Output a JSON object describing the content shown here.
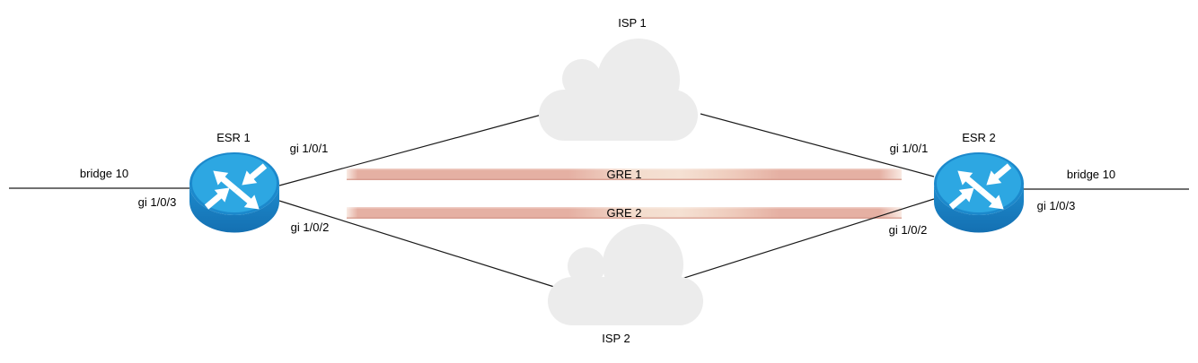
{
  "nodes": {
    "router_left": {
      "label": "ESR 1",
      "type": "router"
    },
    "router_right": {
      "label": "ESR 2",
      "type": "router"
    },
    "cloud_top": {
      "label": "ISP 1",
      "type": "cloud"
    },
    "cloud_bottom": {
      "label": "ISP 2",
      "type": "cloud"
    }
  },
  "tunnels": {
    "gre1": {
      "label": "GRE 1"
    },
    "gre2": {
      "label": "GRE 2"
    }
  },
  "interfaces": {
    "left": {
      "wan1": "gi 1/0/1",
      "wan2": "gi 1/0/2",
      "lan": "gi 1/0/3",
      "bridge": "bridge 10"
    },
    "right": {
      "wan1": "gi 1/0/1",
      "wan2": "gi 1/0/2",
      "lan": "gi 1/0/3",
      "bridge": "bridge 10"
    }
  },
  "colors": {
    "router_top": "#2da7e2",
    "router_body": "#1b84c8",
    "cloud": "#ececec",
    "tunnel": "#e5b0a3",
    "tunnel_light": "#f5e1d3",
    "line": "#1a1a1a",
    "text": "#000000",
    "background": "#ffffff"
  }
}
